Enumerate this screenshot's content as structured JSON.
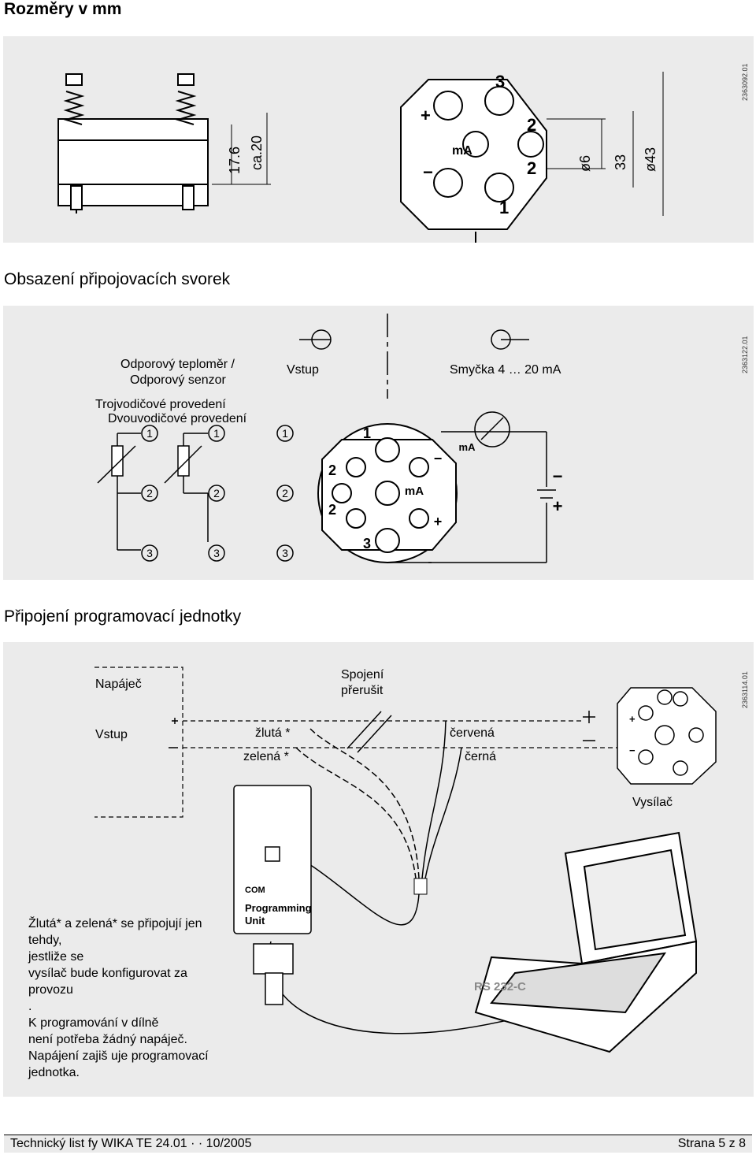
{
  "headings": {
    "dimensions": "Rozměry v mm",
    "terminals": "Obsazení připojovacích svorek",
    "programming": "Připojení programovací jednotky"
  },
  "figure1": {
    "code": "2363092.01",
    "dims": [
      "17.6",
      "ca.20",
      "ø6",
      "33",
      "ø43"
    ],
    "terminal_marks": [
      "+",
      "−",
      "3",
      "2",
      "2",
      "1",
      "mA"
    ]
  },
  "figure2": {
    "code": "2363122.01",
    "rtd_title_1": "Odporový teploměr /",
    "rtd_title_2": "Odporový senzor",
    "three_wire": "Trojvodičové provedení",
    "two_wire": "Dvouvodičové provedení",
    "input": "Vstup",
    "loop": "Smyčka 4 … 20 mA",
    "terminal_numbers": [
      "1",
      "2",
      "3"
    ],
    "meter": "mA",
    "minus": "−",
    "plus": "+",
    "block_terminals": [
      "1",
      "2",
      "2",
      "3",
      "−",
      "+",
      "mA"
    ]
  },
  "figure3": {
    "code": "2363114.01",
    "power_supply": "Napáječ",
    "input": "Vstup",
    "break_1": "Spojení",
    "break_2": "přerušit",
    "yellow": "žlutá *",
    "green": "zelená *",
    "red": "červená",
    "black": "černá",
    "transmitter": "Vysílač",
    "plus": "+",
    "minus": "−",
    "com": "COM",
    "unit_1": "Programming",
    "unit_2": "Unit",
    "rs232": "RS 232-C",
    "note_lines": [
      "Žlutá* a zelená* se připojují jen",
      "tehdy,",
      "jestliže se",
      "vysílač bude konfigurovat za",
      "provozu",
      ".",
      "K programování v dílně",
      "není potřeba žádný napáječ.",
      "Napájení zajiš uje programovací",
      "jednotka."
    ]
  },
  "footer": {
    "left": "Technický list fy WIKA TE 24.01 · · 10/2005",
    "right": "Strana 5 z 8"
  }
}
